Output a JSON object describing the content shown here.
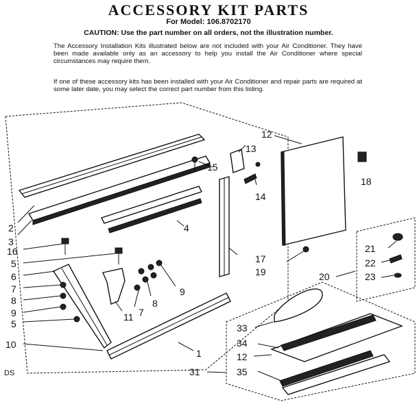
{
  "header": {
    "title": "ACCESSORY KIT PARTS",
    "model": "For Model: 106.8702170",
    "caution": "CAUTION: Use the part number on all orders, not the illustration number."
  },
  "intro": {
    "paragraph1": "The Accessory Installation Kits illustrated below are not included with your Air Conditioner. They have been made available only as an accessory to help you install the Air Conditioner where special circumstances may require them.",
    "paragraph2": "If one of these accessory kits has been installed with your Air Conditioner and repair parts are required at some later date, you may select the correct part number from this listing."
  },
  "callouts": {
    "n1": "1",
    "n2": "2",
    "n3": "3",
    "n4": "4",
    "n5a": "5",
    "n5b": "5",
    "n6": "6",
    "n7a": "7",
    "n7b": "7",
    "n8a": "8",
    "n8b": "8",
    "n9a": "9",
    "n9b": "9",
    "n10": "10",
    "n11": "11",
    "n12a": "12",
    "n12b": "12",
    "n13": "13",
    "n14": "14",
    "n15": "15",
    "n16": "16",
    "n17": "17",
    "n18": "18",
    "n19": "19",
    "n20": "20",
    "n21": "21",
    "n22": "22",
    "n23": "23",
    "n31": "31",
    "n33": "33",
    "n34": "34",
    "n35": "35"
  },
  "footer": {
    "code": "DS"
  }
}
